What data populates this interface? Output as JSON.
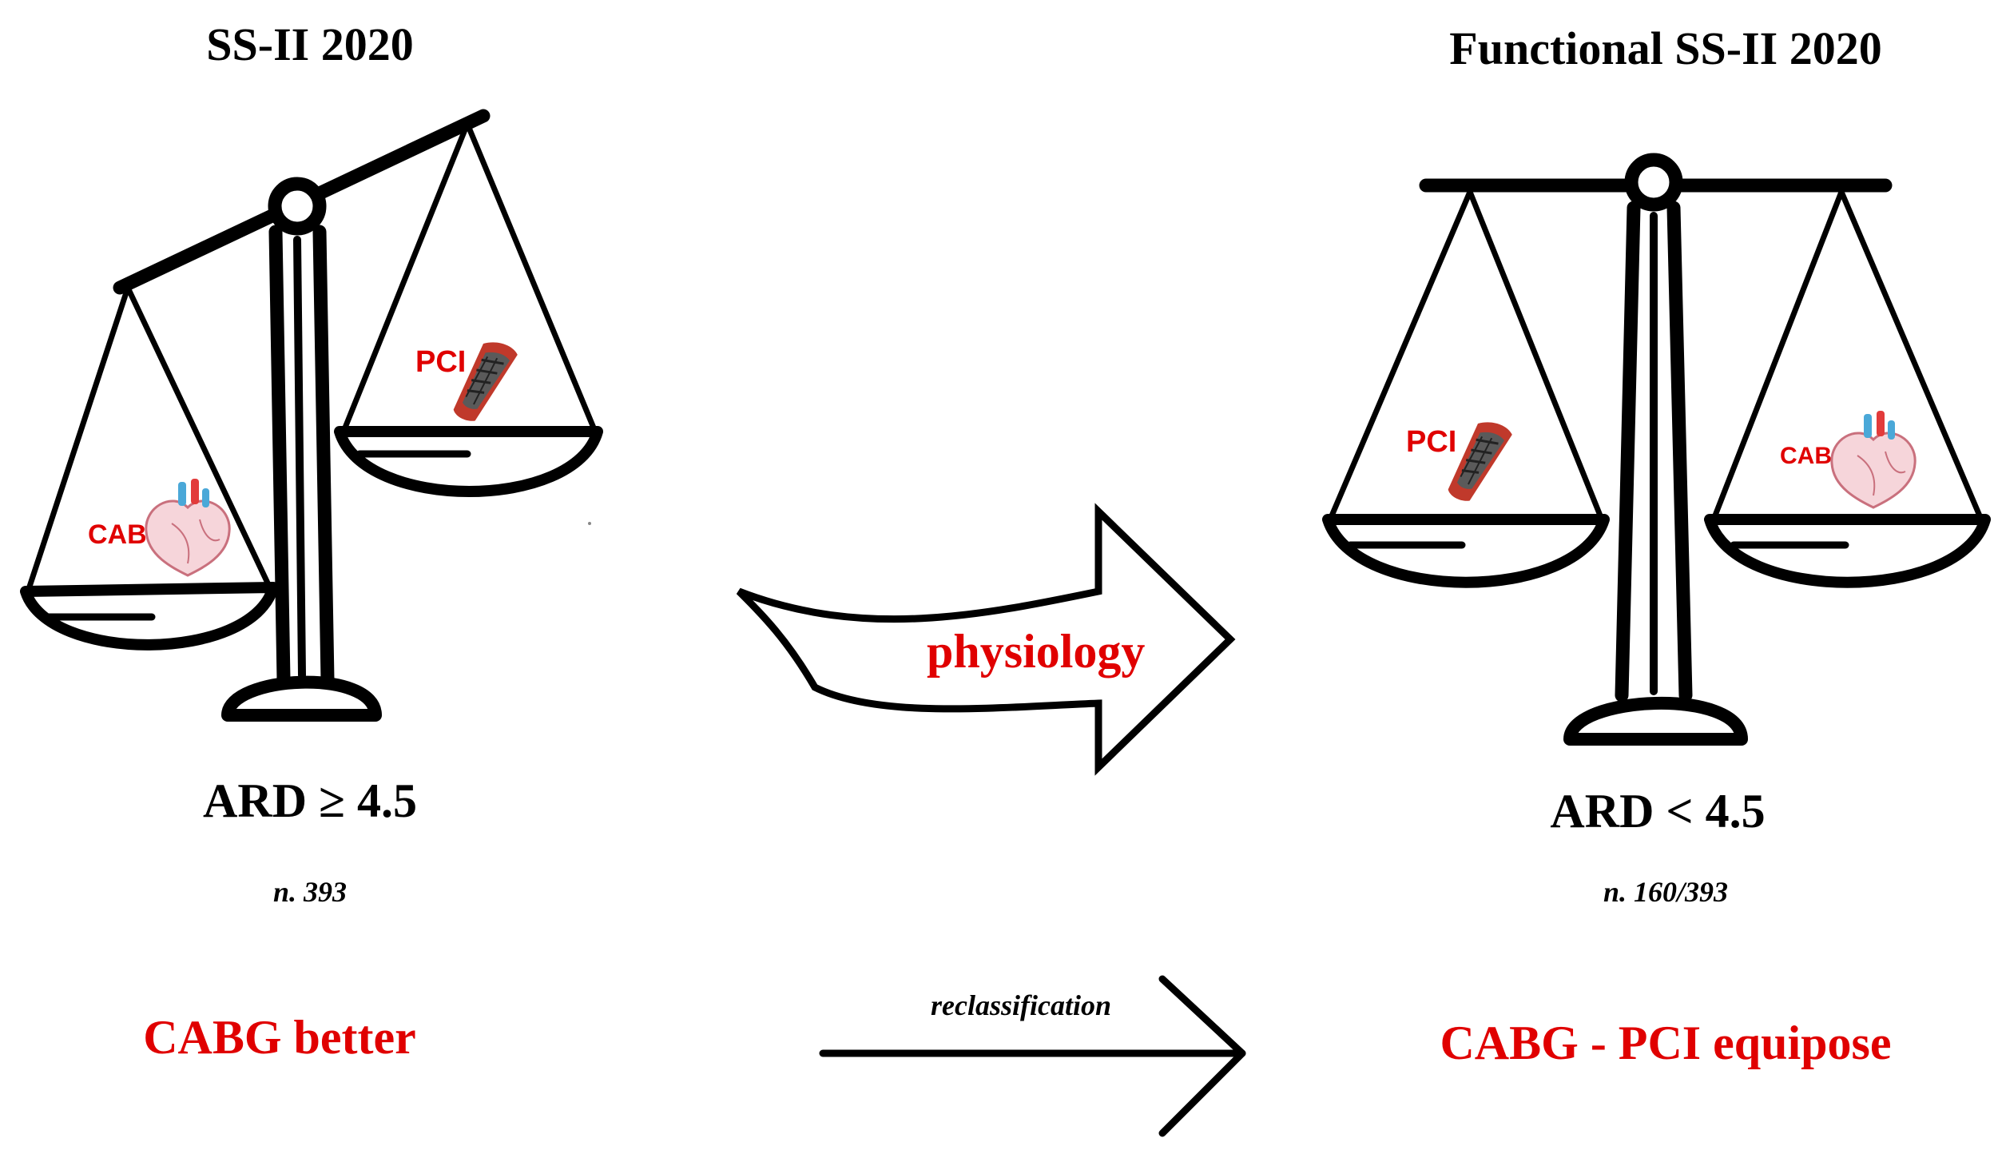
{
  "left": {
    "title": "SS-II 2020",
    "ard": "ARD ≥ 4.5",
    "n": "n. 393",
    "verdict": "CABG better",
    "pan_left_label": "CABG",
    "pan_right_label": "PCI",
    "pan_left_icon": "heart-icon",
    "pan_right_icon": "stent-icon"
  },
  "right": {
    "title": "Functional SS-II 2020",
    "ard": "ARD < 4.5",
    "n": "n. 160/393",
    "verdict": "CABG - PCI equipose",
    "pan_left_label": "PCI",
    "pan_right_label": "CABG",
    "pan_left_icon": "stent-icon",
    "pan_right_icon": "heart-icon"
  },
  "arrows": {
    "curved_label": "physiology",
    "straight_label": "reclassification"
  },
  "colors": {
    "accent": "#e00000",
    "line": "#000000",
    "heart_pink": "#e8a7b0",
    "vessel_red": "#c0392b"
  }
}
